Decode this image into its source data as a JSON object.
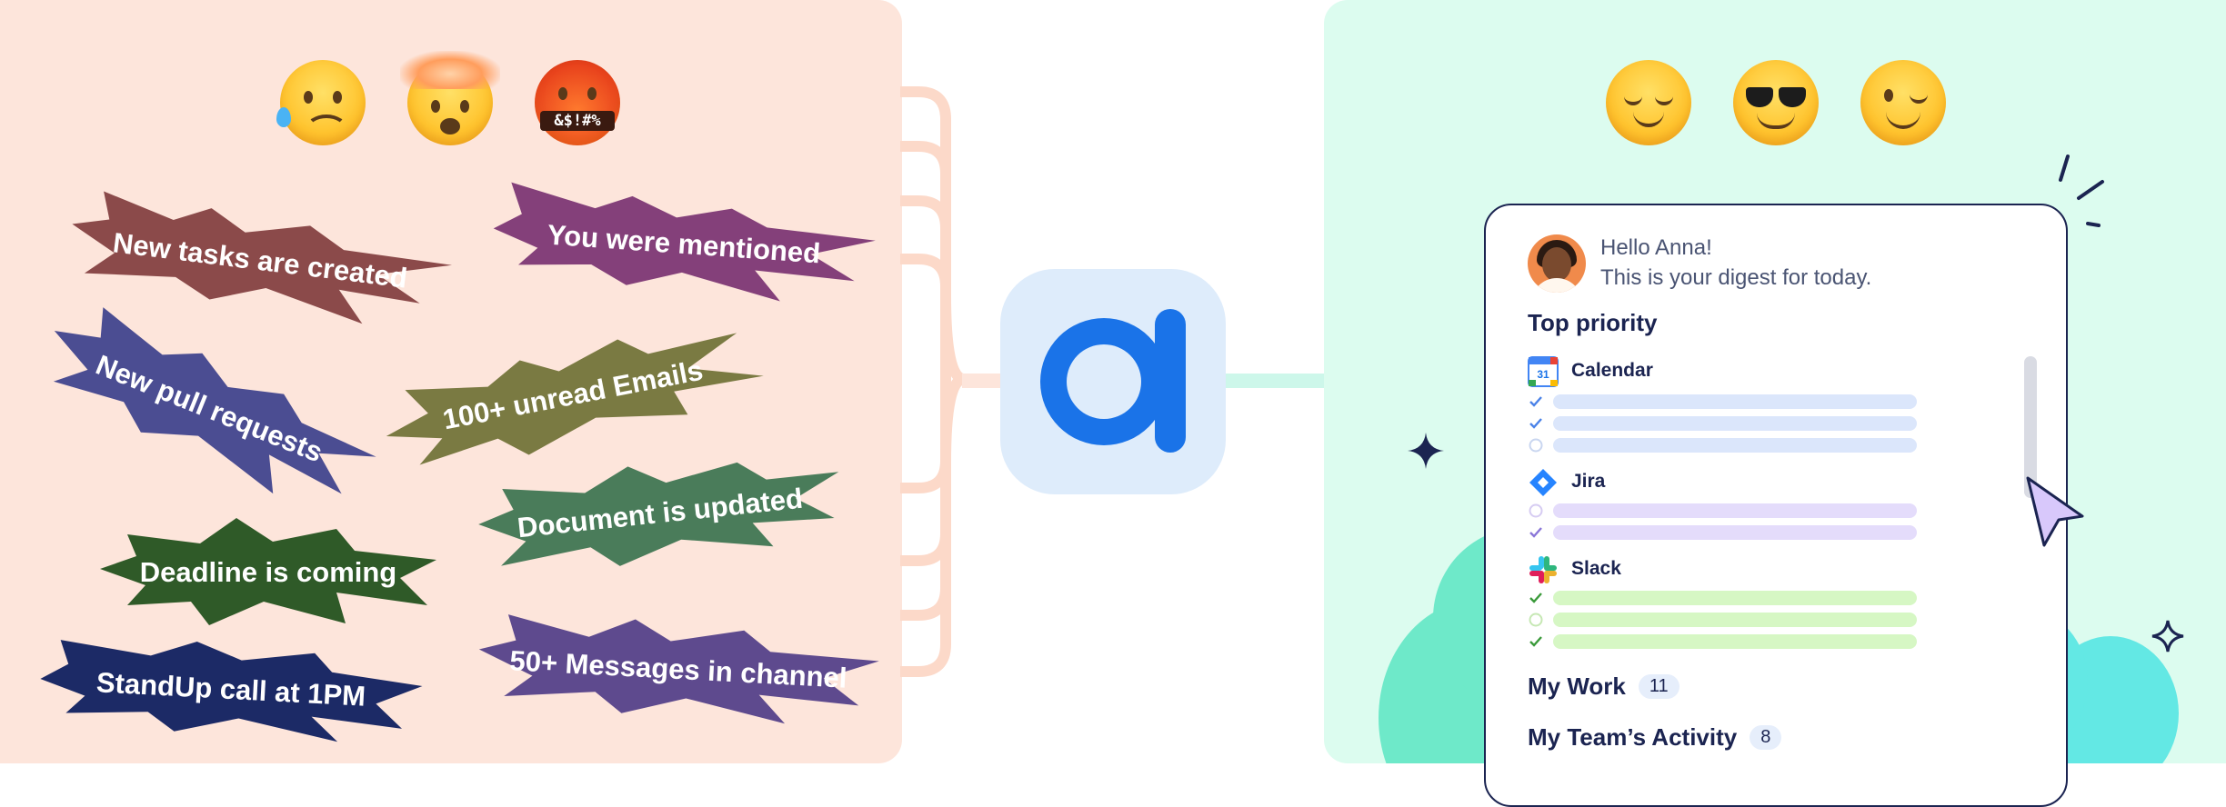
{
  "left_panel": {
    "emojis": [
      "sad-sweat-face-icon",
      "exploding-head-icon",
      "cursing-face-icon"
    ],
    "censor_text": "&$!#%",
    "notifications": [
      {
        "text": "New tasks are created",
        "color": "#8b4a4a"
      },
      {
        "text": "You were mentioned",
        "color": "#84407a"
      },
      {
        "text": "New pull requests",
        "color": "#4b4d92"
      },
      {
        "text": "100+ unread Emails",
        "color": "#7a7a42"
      },
      {
        "text": "Document is updated",
        "color": "#4a7c5a"
      },
      {
        "text": "Deadline is coming",
        "color": "#2f5a28"
      },
      {
        "text": "StandUp call at 1PM",
        "color": "#1c2a66"
      },
      {
        "text": "50+ Messages in channel",
        "color": "#5e4a8e"
      }
    ]
  },
  "center": {
    "logo_icon": "app-logo-a-icon",
    "logo_color": "#1a73e8"
  },
  "right_panel": {
    "emojis": [
      "relieved-face-icon",
      "sunglasses-face-icon",
      "winking-face-icon"
    ],
    "digest": {
      "greeting": "Hello Anna!",
      "subtitle": "This is your digest for today.",
      "top_priority_title": "Top priority",
      "apps": [
        {
          "name": "Calendar",
          "icon": "google-calendar-icon",
          "calendar_day": "31"
        },
        {
          "name": "Jira",
          "icon": "jira-icon"
        },
        {
          "name": "Slack",
          "icon": "slack-icon"
        }
      ],
      "my_work_label": "My Work",
      "my_work_count": "11",
      "team_activity_label": "My Team’s Activity",
      "team_activity_count": "8"
    },
    "colors": {
      "calendar_bar": "#dbe6fb",
      "jira_bar": "#e4dcfb",
      "slack_bar": "#d6f7c4"
    }
  }
}
